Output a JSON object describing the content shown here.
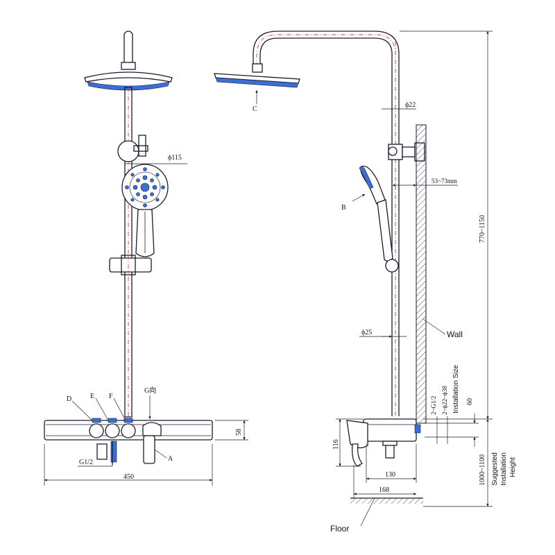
{
  "labels": {
    "A": "A",
    "B": "B",
    "C": "C",
    "D": "D",
    "E": "E",
    "F": "F",
    "g_direction": "G向",
    "wall": "Wall",
    "floor": "Floor"
  },
  "dimensions": {
    "d115": "ϕ115",
    "d22": "ϕ22",
    "d25": "ϕ25",
    "range_53_73": "53~73mm",
    "range_770_1150": "770~1150",
    "range_1000_1100": "1000~1100",
    "w450": "450",
    "h58": "58",
    "g12_left": "G1/2",
    "h116": "116",
    "w130": "130",
    "w168": "168",
    "h60": "60",
    "g12_right": "2~G1/2",
    "d22_38": "2~ϕ22~ϕ38",
    "installation_size": "Installation Size",
    "suggested": "Suggested",
    "installation": "Installation",
    "height": "Height"
  },
  "colors": {
    "accent": "#3a6fd8",
    "line": "#1a1a2e",
    "centerline": "#d23a3a"
  }
}
